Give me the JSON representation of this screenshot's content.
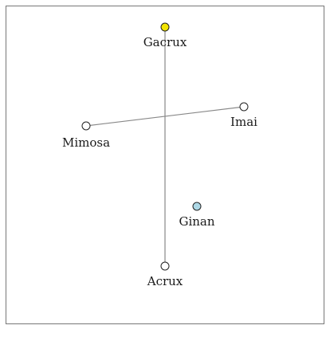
{
  "chart_data": {
    "type": "diagram",
    "stars": [
      {
        "id": "gacrux",
        "name": "Gacrux",
        "color": "#f2e400"
      },
      {
        "id": "imai",
        "name": "Imai",
        "color": "#ffffff"
      },
      {
        "id": "mimosa",
        "name": "Mimosa",
        "color": "#ffffff"
      },
      {
        "id": "ginan",
        "name": "Ginan",
        "color": "#add8e6"
      },
      {
        "id": "acrux",
        "name": "Acrux",
        "color": "#ffffff"
      }
    ],
    "lines": [
      [
        "gacrux",
        "acrux"
      ],
      [
        "mimosa",
        "imai"
      ]
    ]
  },
  "colors": {
    "frame": "#777777",
    "line": "#888888",
    "star_stroke": "#222222"
  }
}
